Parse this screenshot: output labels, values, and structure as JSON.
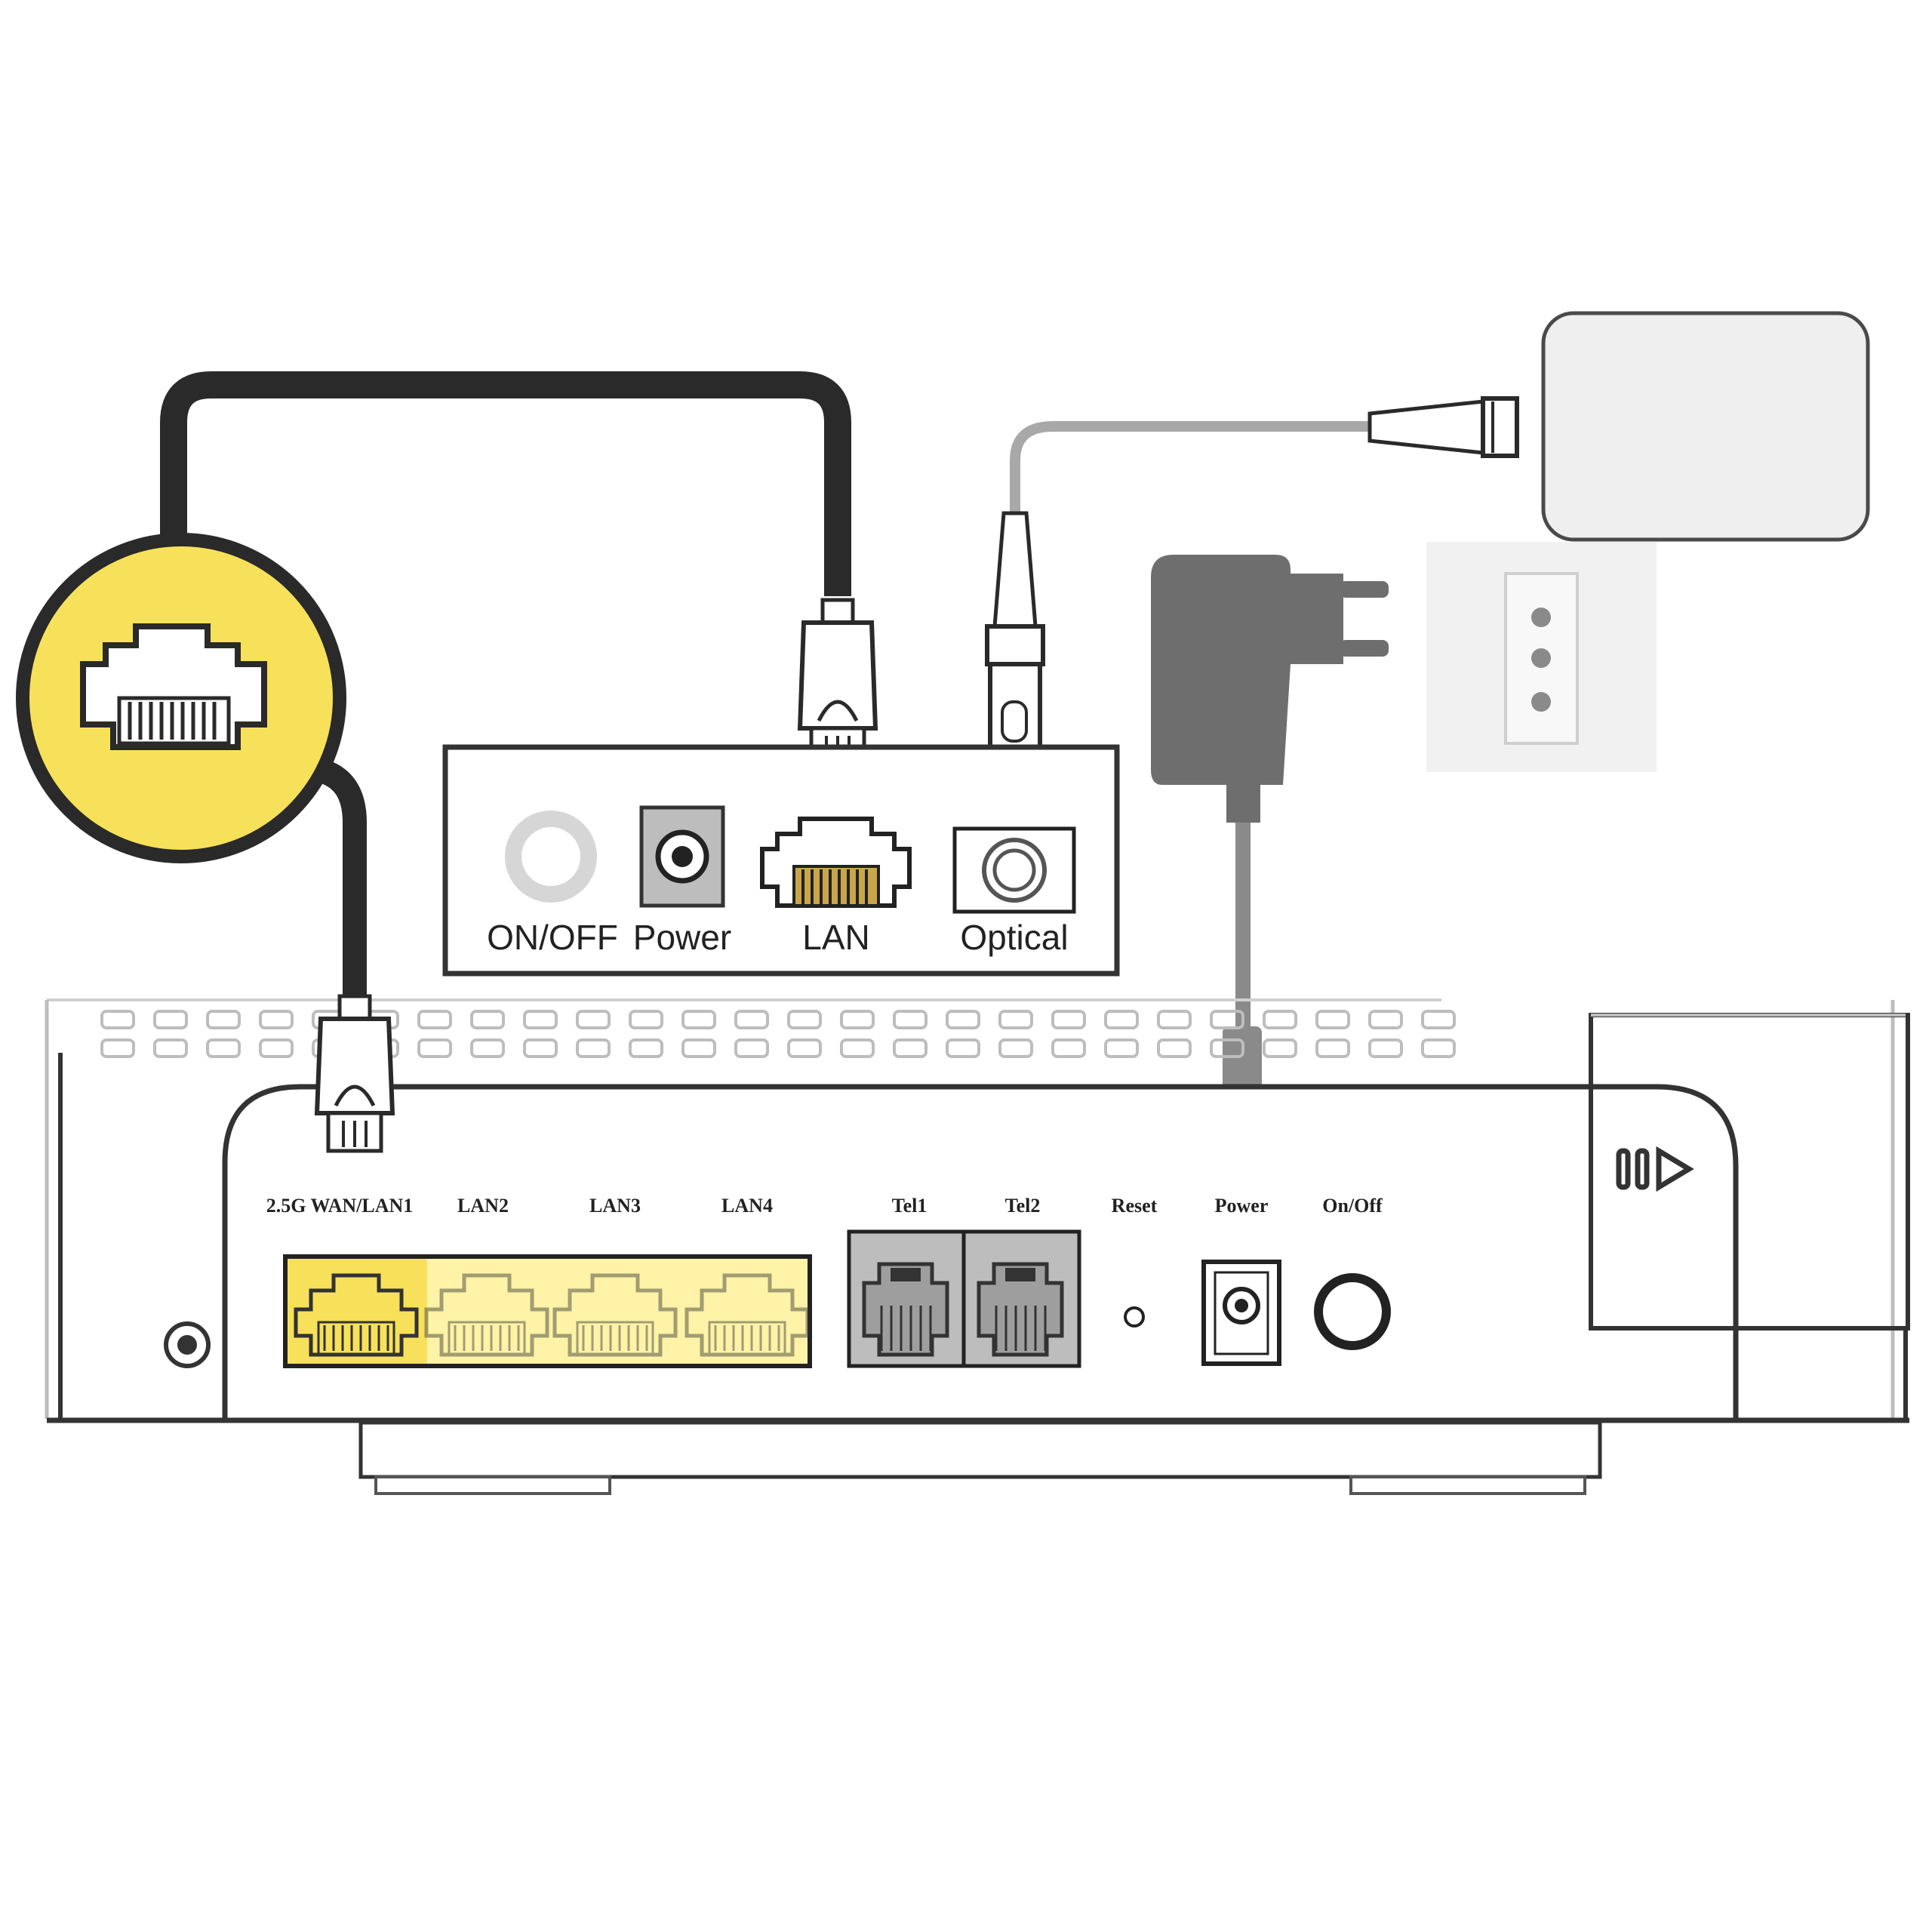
{
  "ont_panel": {
    "labels": [
      "ON/OFF",
      "Power",
      "LAN",
      "Optical"
    ]
  },
  "router_panel": {
    "labels": [
      "2.5G WAN/LAN1",
      "LAN2",
      "LAN3",
      "LAN4",
      "Tel1",
      "Tel2",
      "Reset",
      "Power",
      "On/Off"
    ]
  },
  "colors": {
    "highlight_yellow": "#f7e15a",
    "cable_dark": "#2a2a2a",
    "cable_gray": "#9a9a9a",
    "adapter_gray": "#6e6e6e",
    "port_gray": "#bdbdbd"
  }
}
